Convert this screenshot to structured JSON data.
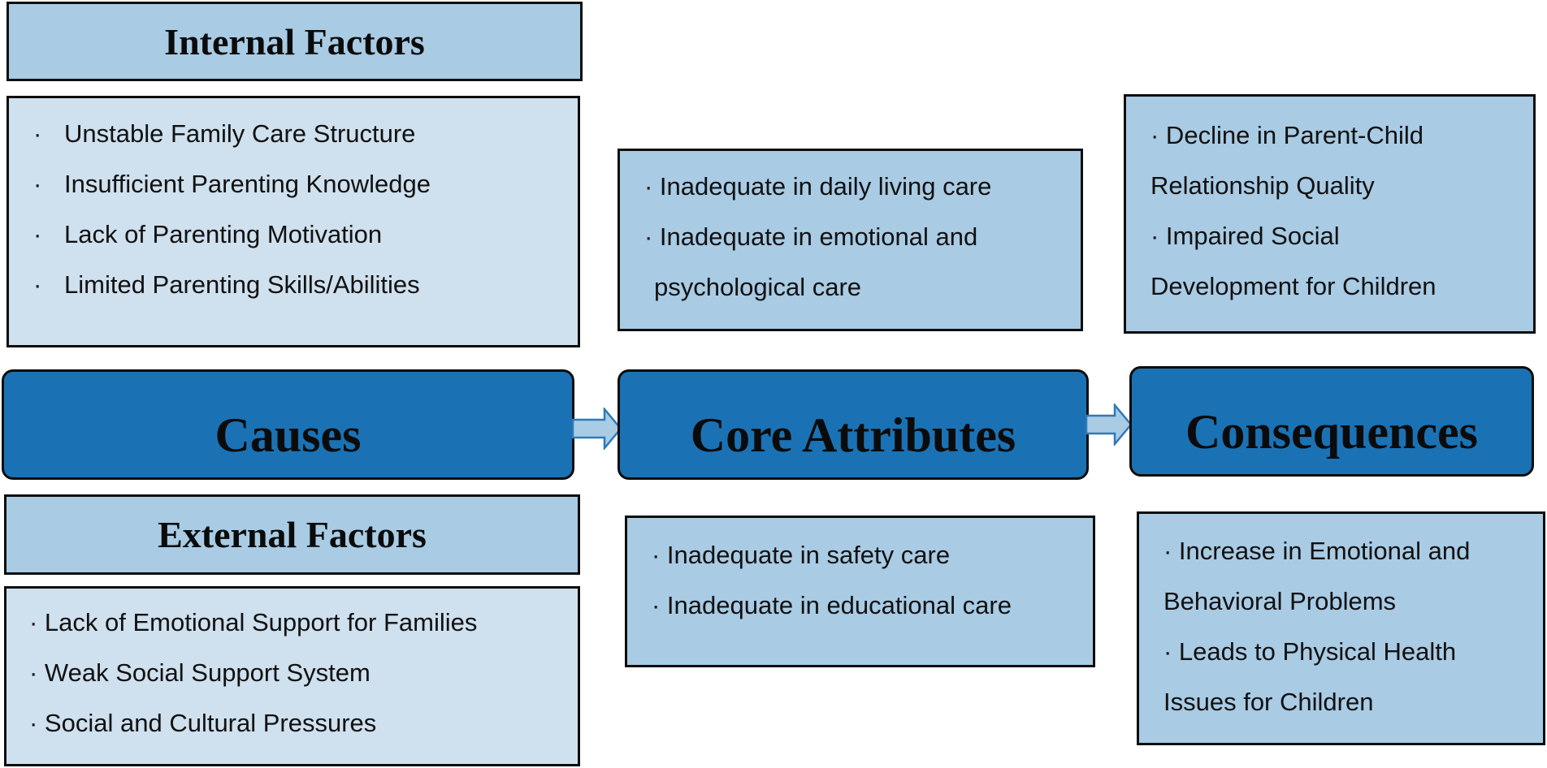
{
  "colors": {
    "dark": "#1a72b4",
    "mid": "#a9cbe4",
    "light": "#cfe0ee",
    "border": "#0d0d0d"
  },
  "internal": {
    "title": "Internal Factors",
    "items": [
      "Unstable Family Care Structure",
      "Insufficient Parenting Knowledge",
      "Lack of Parenting Motivation",
      "Limited Parenting Skills/Abilities"
    ]
  },
  "external": {
    "title": "External Factors",
    "items": [
      "· Lack of Emotional Support for Families",
      "· Weak Social Support System",
      "· Social and Cultural Pressures"
    ]
  },
  "main": {
    "causes": "Causes",
    "core": "Core Attributes",
    "consequences": "Consequences"
  },
  "core_top": [
    "· Inadequate in daily living care",
    "· Inadequate in emotional and",
    "psychological care"
  ],
  "core_bottom": [
    "· Inadequate in safety care",
    "· Inadequate in educational care"
  ],
  "cons_top": [
    "· Decline in Parent-Child",
    "Relationship Quality",
    "· Impaired Social",
    "Development for Children"
  ],
  "cons_bottom": [
    "· Increase in Emotional and",
    "Behavioral Problems",
    "· Leads to Physical Health",
    "Issues for Children"
  ]
}
